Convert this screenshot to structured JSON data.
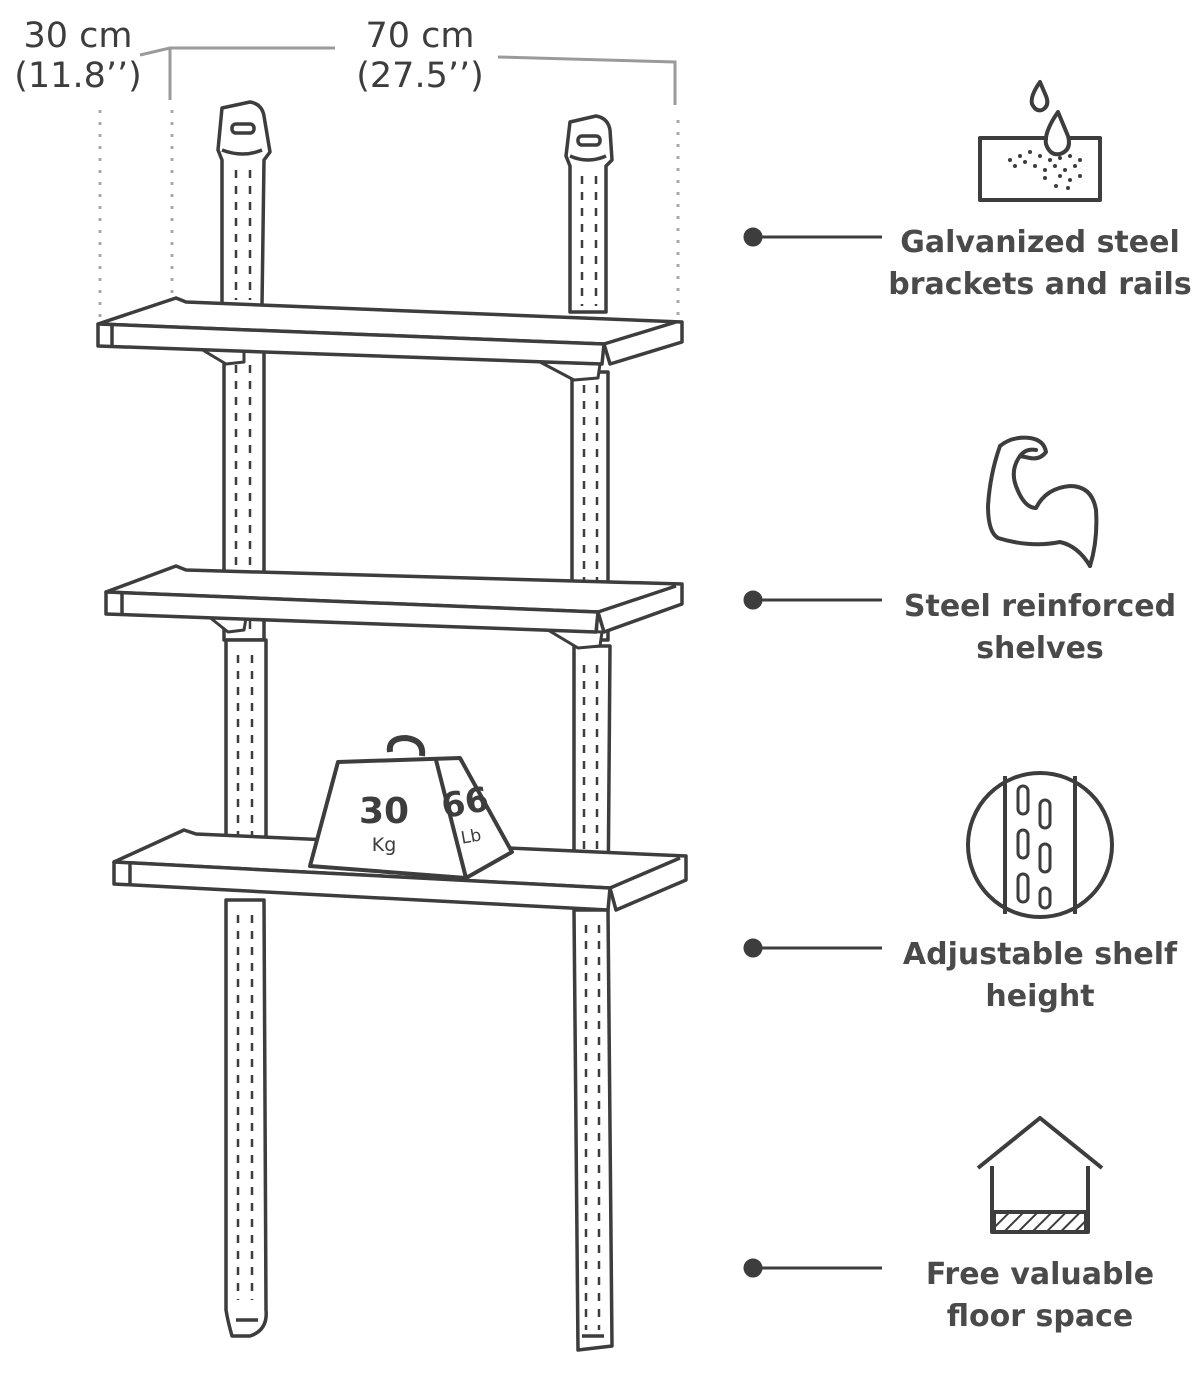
{
  "dimensions": {
    "depth": {
      "metric": "30 cm",
      "imperial": "(11.8’’)"
    },
    "width": {
      "metric": "70 cm",
      "imperial": "(27.5’’)"
    }
  },
  "weight_badge": {
    "metric_value": "30",
    "metric_unit": "Kg",
    "imperial_value": "66",
    "imperial_unit": "Lb"
  },
  "features": [
    {
      "icon": "water-drop-icon",
      "line1": "Galvanized steel",
      "line2": "brackets and rails"
    },
    {
      "icon": "flexed-arm-icon",
      "line1": "Steel reinforced",
      "line2": "shelves"
    },
    {
      "icon": "rail-holes-icon",
      "line1": "Adjustable shelf",
      "line2": "height"
    },
    {
      "icon": "house-floor-icon",
      "line1": "Free valuable",
      "line2": "floor space"
    }
  ],
  "colors": {
    "line": "#3d3d3d",
    "dimension": "#9a9a9a",
    "dots": "#aaaaaa"
  }
}
